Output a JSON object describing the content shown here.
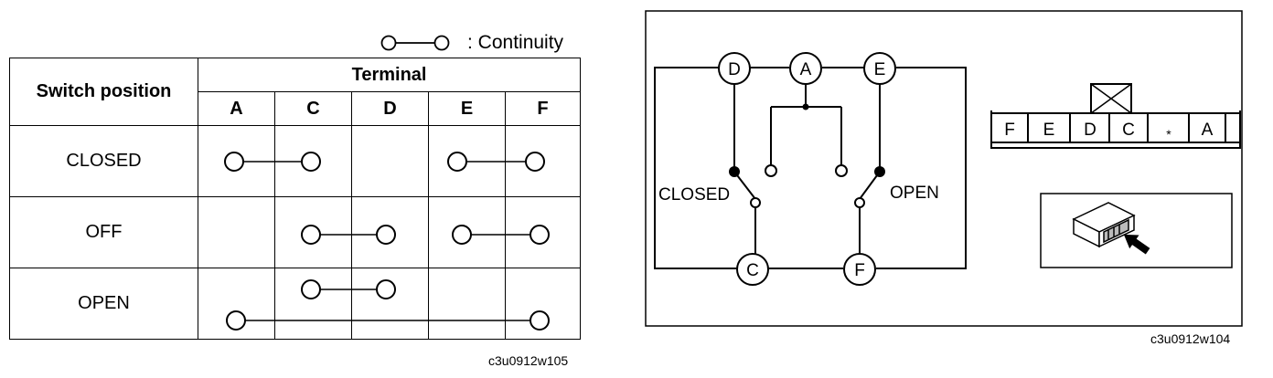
{
  "legend": {
    "text": ": Continuity"
  },
  "table": {
    "switch_header": "Switch position",
    "terminal_header": "Terminal",
    "columns": [
      "A",
      "C",
      "D",
      "E",
      "F"
    ],
    "rows": [
      {
        "position": "CLOSED",
        "connections": [
          [
            "A",
            "C"
          ],
          [
            "E",
            "F"
          ]
        ]
      },
      {
        "position": "OFF",
        "connections": [
          [
            "C",
            "D"
          ],
          [
            "E",
            "F"
          ]
        ]
      },
      {
        "position": "OPEN",
        "connections": [
          [
            "C",
            "D"
          ],
          [
            "A",
            "F"
          ]
        ]
      }
    ]
  },
  "left_ref": "c3u0912w105",
  "schematic": {
    "terminals_top": [
      "D",
      "A",
      "E"
    ],
    "terminals_bottom": [
      "C",
      "F"
    ],
    "label_closed": "CLOSED",
    "label_open": "OPEN"
  },
  "connector": {
    "pins": [
      "F",
      "E",
      "D",
      "C",
      "*",
      "A"
    ]
  },
  "right_ref": "c3u0912w104"
}
